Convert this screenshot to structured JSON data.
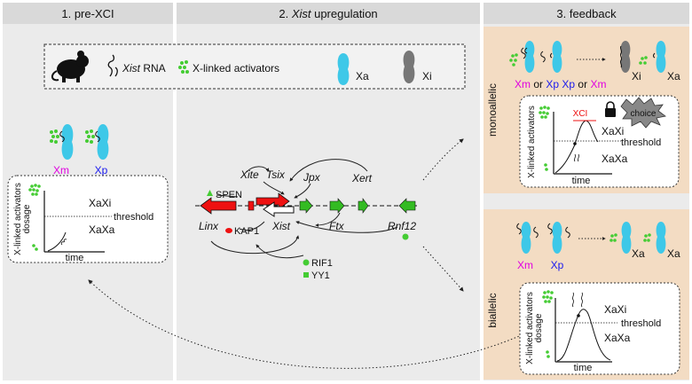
{
  "panels": {
    "p1": "1. pre-XCI",
    "p2_prefix": "2. ",
    "p2_italic": "Xist",
    "p2_suffix": " upregulation",
    "p3": "3. feedback"
  },
  "legend": {
    "xist_rna": "Xist",
    "xist_rna_suffix": " RNA",
    "activators": "X-linked activators",
    "xa": "Xa",
    "xi": "Xi"
  },
  "panel1": {
    "xm": "Xm",
    "xp": "Xp",
    "ylabel_line1": "X-linked activators",
    "ylabel_line2": "dosage",
    "xaxi": "XaXi",
    "threshold": "threshold",
    "xaxa": "XaXa",
    "xlabel": "time"
  },
  "locus": {
    "xite": "Xite",
    "tsix": "Tsix",
    "jpx": "Jpx",
    "xert": "Xert",
    "spen": "SPEN",
    "linx": "Linx",
    "kap1": "KAP1",
    "xist": "Xist",
    "ftx": "Ftx",
    "rnf12": "Rnf12",
    "rif1": "RIF1",
    "yy1": "YY1"
  },
  "mono": {
    "side_label": "monoallelic",
    "xm1": "Xm",
    "or1": "or",
    "xp1": "Xp",
    "xp2": "Xp",
    "or2": "or",
    "xm2": "Xm",
    "xi": "Xi",
    "xa": "Xa",
    "xci": "XCI",
    "choice": "choice",
    "ylabel": "X-linked activators",
    "xaxi": "XaXi",
    "threshold": "threshold",
    "xaxa": "XaXa",
    "xlabel": "time"
  },
  "bi": {
    "side_label": "biallelic",
    "xm": "Xm",
    "xp": "Xp",
    "xa1": "Xa",
    "xa2": "Xa",
    "ylabel": "X-linked activators",
    "ylabel2": "dosage",
    "xaxi": "XaXi",
    "threshold": "threshold",
    "xaxa": "XaXa",
    "xlabel": "time"
  },
  "colors": {
    "header_bg": "#d9d9d9",
    "panel_bg": "#ebebeb",
    "feedback_bg": "#f3dcc3",
    "xa_chrom": "#3ec8e8",
    "xi_chrom": "#777777",
    "activator_green": "#44cc33",
    "gene_red": "#ee1111",
    "gene_green": "#33bb22",
    "xm_color": "#e000e0",
    "xp_color": "#1a1aee"
  }
}
